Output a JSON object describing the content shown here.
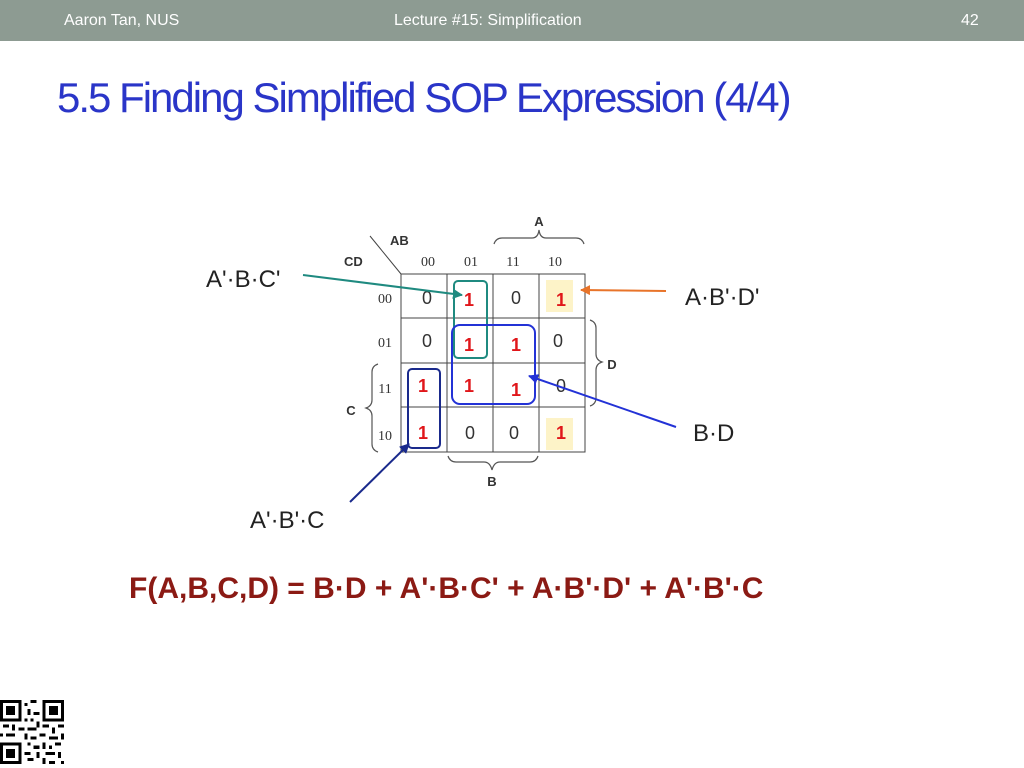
{
  "header": {
    "author": "Aaron Tan, NUS",
    "lecture": "Lecture #15: Simplification",
    "page_number": "42"
  },
  "title": "5.5 Finding Simplified SOP Expression (4/4)",
  "kmap": {
    "row_var_label": "AB",
    "col_var_label": "CD",
    "col_headers": [
      "00",
      "01",
      "11",
      "10"
    ],
    "row_headers": [
      "00",
      "01",
      "11",
      "10"
    ],
    "cells": [
      [
        "0",
        "1",
        "0",
        "1"
      ],
      [
        "0",
        "1",
        "1",
        "0"
      ],
      [
        "1",
        "1",
        "1",
        "0"
      ],
      [
        "1",
        "0",
        "0",
        "1"
      ]
    ],
    "bracket_labels": {
      "A": "A",
      "B": "B",
      "C": "C",
      "D": "D"
    }
  },
  "group_labels": {
    "abc": "A'·B·C'",
    "abd": "A·B'·D'",
    "bd": "B·D",
    "abc2": "A'·B'·C"
  },
  "formula": "F(A,B,C,D) = B·D + A'·B·C' + A·B'·D' + A'·B'·C",
  "colors": {
    "header_bg": "#8d9b92",
    "title": "#2a35c8",
    "formula": "#8b1a14",
    "one_value": "#e0161a",
    "teal_group": "#1f8a80",
    "navy_group": "#1a2a8c",
    "blue_group": "#2332d6",
    "orange_arrow": "#e8742a",
    "corner_fill": "#fdf3c8"
  }
}
